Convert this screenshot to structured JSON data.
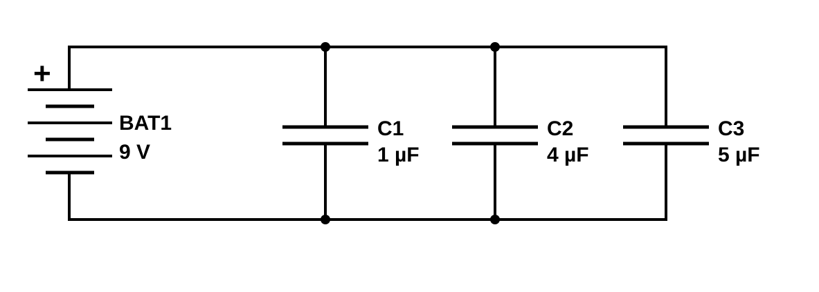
{
  "diagram": {
    "background_color": "#ffffff",
    "line_color": "#000000",
    "battery": {
      "designator": "BAT1",
      "value": "9 V",
      "polarity_symbol": "+"
    },
    "capacitors": [
      {
        "designator": "C1",
        "value": "1 µF"
      },
      {
        "designator": "C2",
        "value": "4 µF"
      },
      {
        "designator": "C3",
        "value": "5 µF"
      }
    ]
  }
}
